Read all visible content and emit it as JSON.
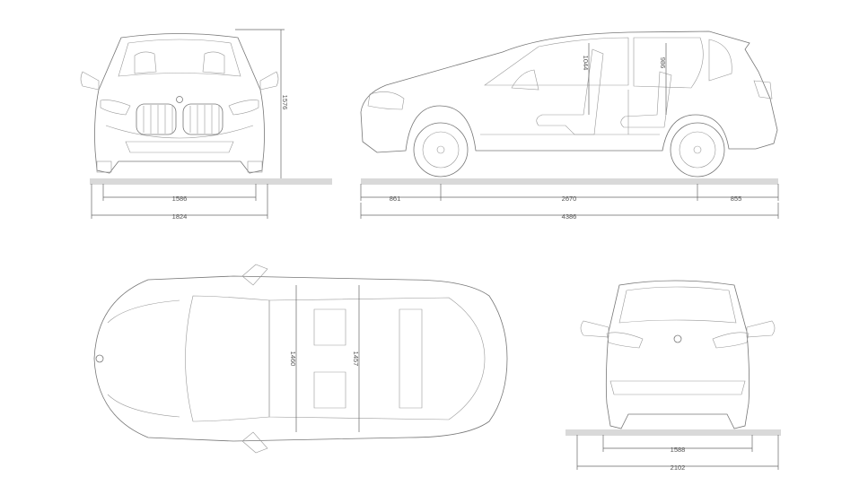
{
  "front_view": {
    "track_width": "1586",
    "overall_width": "1824",
    "height": "1576"
  },
  "side_view": {
    "front_overhang": "861",
    "wheelbase": "2670",
    "rear_overhang": "855",
    "overall_length": "4386",
    "front_headroom": "1044",
    "rear_headroom": "986"
  },
  "top_view": {
    "front_interior_width": "1460",
    "rear_interior_width": "1457"
  },
  "rear_view": {
    "track_width": "1588",
    "width_with_mirrors": "2102"
  },
  "colors": {
    "line": "#777777",
    "ground": "#d9d9d9"
  }
}
